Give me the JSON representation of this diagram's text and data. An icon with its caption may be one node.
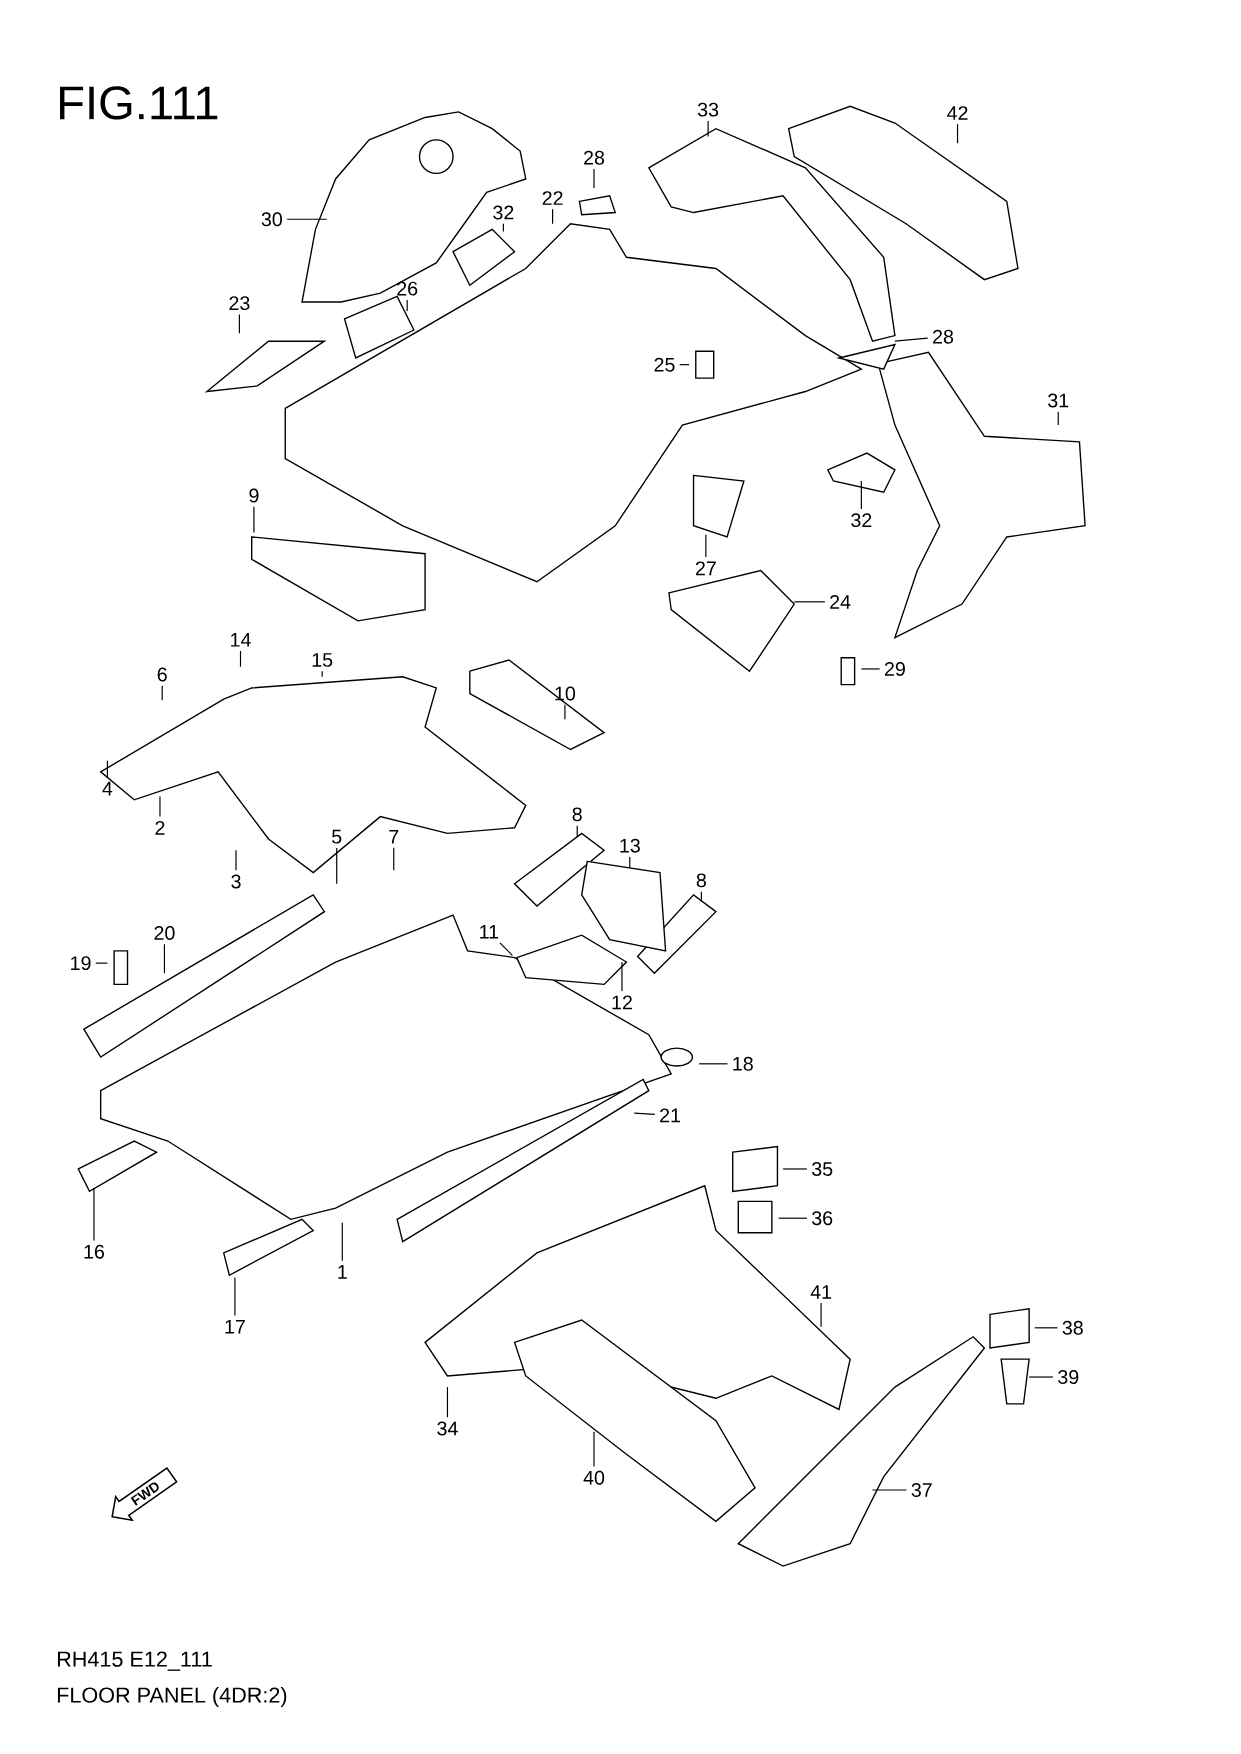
{
  "diagram": {
    "title": "FIG.111",
    "nodes": [
      {
        "text": [
          "33"
        ]
      },
      {
        "text": [
          "42"
        ]
      },
      {
        "text": [
          "28"
        ]
      },
      {
        "text": [
          "22"
        ]
      },
      {
        "text": [
          "30"
        ]
      },
      {
        "text": [
          "32"
        ]
      },
      {
        "text": [
          "26"
        ]
      },
      {
        "text": [
          "23"
        ]
      },
      {
        "text": [
          "28"
        ]
      },
      {
        "text": [
          "25"
        ]
      },
      {
        "text": [
          "31"
        ]
      },
      {
        "text": [
          "32"
        ]
      },
      {
        "text": [
          "9"
        ]
      },
      {
        "text": [
          "27"
        ]
      },
      {
        "text": [
          "24"
        ]
      },
      {
        "text": [
          "29"
        ]
      },
      {
        "text": [
          "14"
        ]
      },
      {
        "text": [
          "6"
        ]
      },
      {
        "text": [
          "15"
        ]
      },
      {
        "text": [
          "10"
        ]
      },
      {
        "text": [
          "4"
        ]
      },
      {
        "text": [
          "2"
        ]
      },
      {
        "text": [
          "5"
        ]
      },
      {
        "text": [
          "7"
        ]
      },
      {
        "text": [
          "8"
        ]
      },
      {
        "text": [
          "13"
        ]
      },
      {
        "text": [
          "3"
        ]
      },
      {
        "text": [
          "11"
        ]
      },
      {
        "text": [
          "8"
        ]
      },
      {
        "text": [
          "20"
        ]
      },
      {
        "text": [
          "19"
        ]
      },
      {
        "text": [
          "12"
        ]
      },
      {
        "text": [
          "18"
        ]
      },
      {
        "text": [
          "21"
        ]
      },
      {
        "text": [
          "16"
        ]
      },
      {
        "text": [
          "1"
        ]
      },
      {
        "text": [
          "35"
        ]
      },
      {
        "text": [
          "36"
        ]
      },
      {
        "text": [
          "17"
        ]
      },
      {
        "text": [
          "41"
        ]
      },
      {
        "text": [
          "38"
        ]
      },
      {
        "text": [
          "39"
        ]
      },
      {
        "text": [
          "34"
        ]
      },
      {
        "text": [
          "40"
        ]
      },
      {
        "text": [
          "37"
        ]
      }
    ],
    "edges": [
      {
        "from": 0,
        "to": null,
        "arrow": "none"
      },
      {
        "from": 1,
        "to": null,
        "arrow": "none"
      },
      {
        "from": 2,
        "to": null,
        "arrow": "none"
      },
      {
        "from": 3,
        "to": null,
        "arrow": "none"
      },
      {
        "from": 4,
        "to": null,
        "arrow": "none"
      },
      {
        "from": 5,
        "to": null,
        "arrow": "none"
      },
      {
        "from": 6,
        "to": null,
        "arrow": "none"
      },
      {
        "from": 7,
        "to": null,
        "arrow": "none"
      },
      {
        "from": 8,
        "to": null,
        "arrow": "none"
      },
      {
        "from": 9,
        "to": null,
        "arrow": "none"
      },
      {
        "from": 10,
        "to": null,
        "arrow": "none"
      },
      {
        "from": 11,
        "to": null,
        "arrow": "none"
      },
      {
        "from": 12,
        "to": null,
        "arrow": "none"
      },
      {
        "from": 13,
        "to": null,
        "arrow": "none"
      },
      {
        "from": 14,
        "to": null,
        "arrow": "none"
      },
      {
        "from": 15,
        "to": null,
        "arrow": "none"
      },
      {
        "from": 16,
        "to": null,
        "arrow": "none"
      },
      {
        "from": 17,
        "to": null,
        "arrow": "none"
      },
      {
        "from": 18,
        "to": null,
        "arrow": "none"
      },
      {
        "from": 19,
        "to": null,
        "arrow": "none"
      },
      {
        "from": 20,
        "to": null,
        "arrow": "none"
      },
      {
        "from": 21,
        "to": null,
        "arrow": "none"
      },
      {
        "from": 22,
        "to": null,
        "arrow": "none"
      },
      {
        "from": 23,
        "to": null,
        "arrow": "none"
      },
      {
        "from": 24,
        "to": null,
        "arrow": "none"
      },
      {
        "from": 25,
        "to": null,
        "arrow": "none"
      },
      {
        "from": 26,
        "to": null,
        "arrow": "none"
      },
      {
        "from": 27,
        "to": null,
        "arrow": "none"
      },
      {
        "from": 28,
        "to": null,
        "arrow": "none"
      },
      {
        "from": 29,
        "to": null,
        "arrow": "none"
      },
      {
        "from": 30,
        "to": null,
        "arrow": "none"
      },
      {
        "from": 31,
        "to": null,
        "arrow": "none"
      },
      {
        "from": 32,
        "to": null,
        "arrow": "none"
      },
      {
        "from": 33,
        "to": null,
        "arrow": "none"
      },
      {
        "from": 34,
        "to": null,
        "arrow": "none"
      },
      {
        "from": 35,
        "to": null,
        "arrow": "none"
      },
      {
        "from": 36,
        "to": null,
        "arrow": "none"
      },
      {
        "from": 37,
        "to": null,
        "arrow": "none"
      },
      {
        "from": 38,
        "to": null,
        "arrow": "none"
      },
      {
        "from": 39,
        "to": null,
        "arrow": "none"
      },
      {
        "from": 40,
        "to": null,
        "arrow": "none"
      },
      {
        "from": 41,
        "to": null,
        "arrow": "none"
      },
      {
        "from": 42,
        "to": null,
        "arrow": "none"
      },
      {
        "from": 43,
        "to": null,
        "arrow": "none"
      },
      {
        "from": 44,
        "to": null,
        "arrow": "none"
      }
    ],
    "labels": [
      "FWD",
      "RH415 E12_111",
      "FLOOR PANEL (4DR:2)"
    ]
  }
}
